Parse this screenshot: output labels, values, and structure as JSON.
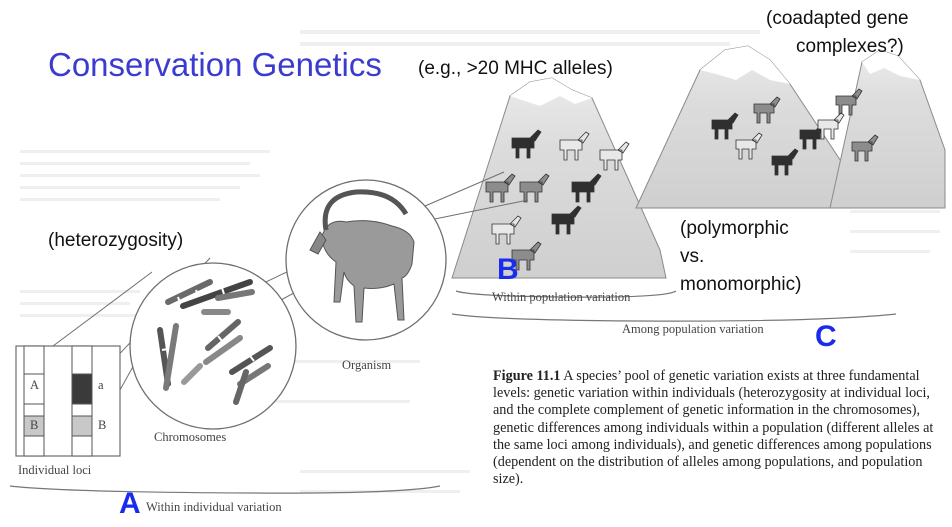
{
  "slide": {
    "title": "Conservation Genetics",
    "annotations": {
      "mhc": "(e.g., >20 MHC alleles)",
      "coadapted_line1": "(coadapted gene",
      "coadapted_line2": "complexes?)",
      "heterozygosity": "(heterozygosity)",
      "polymorphic_line1": "(polymorphic",
      "polymorphic_line2": "vs.",
      "polymorphic_line3": "monomorphic)"
    },
    "markers": {
      "a": "A",
      "b": "B",
      "c": "C"
    }
  },
  "figure": {
    "labels": {
      "organism": "Organism",
      "chromosomes": "Chromosomes",
      "individual_loci": "Individual loci",
      "allele_a_upper": "A",
      "allele_a_lower": "a",
      "allele_b_left": "B",
      "allele_b_right": "B",
      "within_individual": "Within individual variation",
      "within_population": "Within population variation",
      "among_population": "Among population variation"
    },
    "caption": {
      "heading": "Figure 11.1",
      "text": "A species’ pool of genetic variation exists at three fundamental levels: genetic variation within individuals (heterozygosity at individual loci, and the complete complement of genetic information in the chromosomes), genetic differences among individuals within a population (different alleles at the same loci among individuals), and genetic differences among populations (dependent on the distribution of alleles among populations, and population size)."
    }
  }
}
